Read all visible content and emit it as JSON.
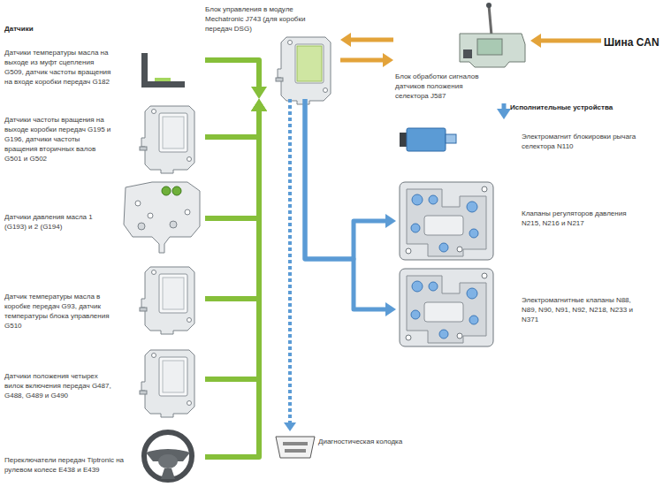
{
  "diagram": {
    "nodes": [
      {
        "text": [
          "Датчики температуры масла на выходе из муфт сцепления G509, датчик частоты вращения на входе коробки передач G182"
        ]
      },
      {
        "text": [
          "Датчики частоты вращения на выходе коробки передач G195 и G196, датчики частоты вращения вторичных валов G501 и G502"
        ]
      },
      {
        "text": [
          "Датчики давления масла 1 (G193) и 2 (G194)"
        ]
      },
      {
        "text": [
          "Датчик температуры масла в коробке передач G93, датчик температуры блока управления G510"
        ]
      },
      {
        "text": [
          "Датчики положения четырех вилок включения передач G487, G488, G489 и G490"
        ]
      },
      {
        "text": [
          "Переключатели передач Tiptronic на рулевом колесе E438 и E439"
        ]
      },
      {
        "text": [
          "Блок управления в модуле Mechatronic J743 (для коробки передач DSG)"
        ]
      },
      {
        "text": [
          "Блок обработки сигналов датчиков положения селектора J587"
        ]
      },
      {
        "text": [
          "Шина CAN"
        ]
      },
      {
        "text": [
          "Электромагнит блокировки рычага селектора N110"
        ]
      },
      {
        "text": [
          "Клапаны регуляторов давления N215, N216 и N217"
        ]
      },
      {
        "text": [
          "Электромагнитные клапаны N88, N89, N90, N91, N92, N218, N233 и N371"
        ]
      },
      {
        "text": [
          "Диагностическая колодка"
        ]
      }
    ],
    "edges": [
      {
        "from": 0,
        "to": 6,
        "arrow": "to"
      },
      {
        "from": 1,
        "to": 6,
        "arrow": "to"
      },
      {
        "from": 2,
        "to": 6,
        "arrow": "to"
      },
      {
        "from": 3,
        "to": 6,
        "arrow": "to"
      },
      {
        "from": 4,
        "to": 6,
        "arrow": "to"
      },
      {
        "from": 5,
        "to": 6,
        "arrow": "to"
      },
      {
        "from": 7,
        "to": 6,
        "arrow": "to"
      },
      {
        "from": 6,
        "to": 7,
        "arrow": "to"
      },
      {
        "from": 8,
        "to": 7,
        "arrow": "to"
      },
      {
        "from": 7,
        "to": 9,
        "arrow": "to"
      },
      {
        "from": 6,
        "to": 10,
        "arrow": "to"
      },
      {
        "from": 6,
        "to": 11,
        "arrow": "to"
      },
      {
        "from": 6,
        "to": 12,
        "arrow": "to"
      }
    ],
    "labels": [
      "Датчики",
      "Исполнительные устройства"
    ]
  }
}
